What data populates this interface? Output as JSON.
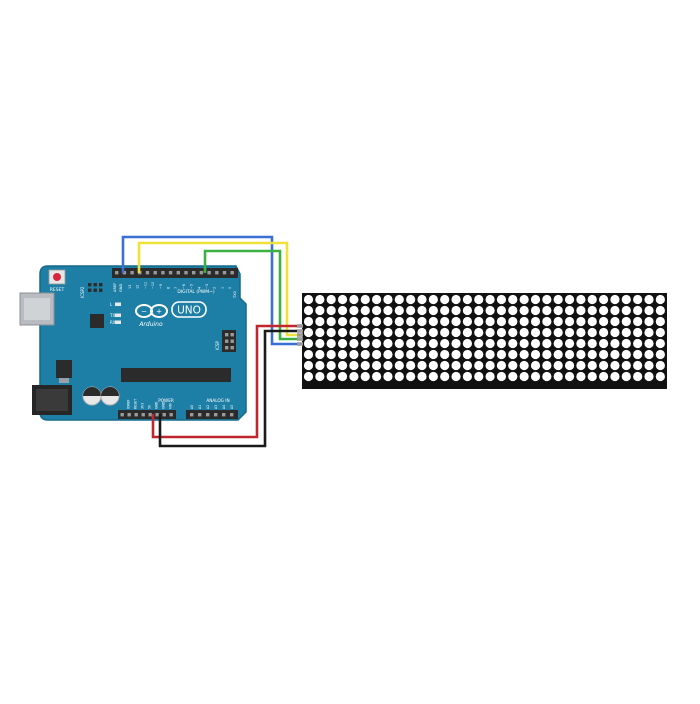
{
  "board": {
    "brand": "Arduino",
    "model": "UNO",
    "reset_label": "RESET",
    "icsp2_label": "ICSP2",
    "icsp_label": "ICSP",
    "digital_label": "DIGITAL (PWM~)",
    "power_label": "POWER",
    "analog_label": "ANALOG IN",
    "aref_label": "AREF",
    "gnd_label": "GND",
    "tx_label": "TX",
    "rx_label": "RX",
    "l_label": "L",
    "txo_label": "TX0",
    "rxi_label": "RX0",
    "digital_pins": [
      "13",
      "12",
      "~11",
      "~10",
      "~9",
      "8",
      "7",
      "~6",
      "~5",
      "4",
      "~3",
      "2",
      "1",
      "0"
    ],
    "power_pins": [
      "IOREF",
      "RESET",
      "3V3",
      "5V",
      "GND",
      "GND",
      "VIN"
    ],
    "analog_pins": [
      "A0",
      "A1",
      "A2",
      "A3",
      "A4",
      "A5"
    ]
  },
  "matrix": {
    "modules": 4,
    "rows": 8,
    "cols_per_module": 8
  },
  "wires": [
    {
      "color": "#3b6fd6",
      "name": "wire-blue"
    },
    {
      "color": "#f0e13a",
      "name": "wire-yellow"
    },
    {
      "color": "#3cb043",
      "name": "wire-green"
    },
    {
      "color": "#c0272d",
      "name": "wire-red"
    },
    {
      "color": "#1a1a1a",
      "name": "wire-black"
    }
  ],
  "colors": {
    "board": "#1e7fa6",
    "board_dark": "#17688a",
    "matrix_bg": "#111111",
    "led_off": "#ffffff"
  }
}
